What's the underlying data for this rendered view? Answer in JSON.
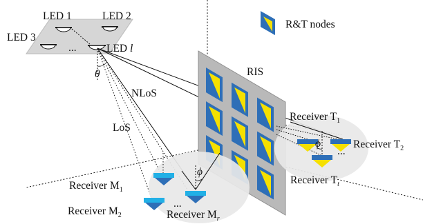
{
  "legend": {
    "label": "R&T nodes"
  },
  "leds": {
    "led1": "LED 1",
    "led2": "LED 2",
    "led3": "LED 3",
    "ledl_prefix": "LED",
    "ledl_index": "l",
    "ellipsis": "..."
  },
  "angles": {
    "theta": "θ",
    "phi_rx": "ϕ",
    "phi_tx": "ϕ"
  },
  "links": {
    "nlos": "NLoS",
    "los": "LoS"
  },
  "ris": {
    "label": "RIS"
  },
  "receivers_m": {
    "m1_prefix": "Receiver M",
    "m1_sub": "1",
    "m2_prefix": "Receiver M",
    "m2_sub": "2",
    "mr_prefix": "Receiver M",
    "mr_sub": "r",
    "ellipsis": "..."
  },
  "receivers_t": {
    "t1_prefix": "Receiver T",
    "t1_sub": "1",
    "t2_prefix": "Receiver T",
    "t2_sub": "2",
    "tt_prefix": "Receiver T",
    "tt_sub": "t",
    "ellipsis": "..."
  },
  "colors": {
    "node_blue": "#2e6fb7",
    "node_yellow": "#f5e000",
    "panel_gray": "#d6d6d6",
    "ris_gray": "#b9b9b9",
    "ellipse_fill": "#e8e8e8"
  }
}
